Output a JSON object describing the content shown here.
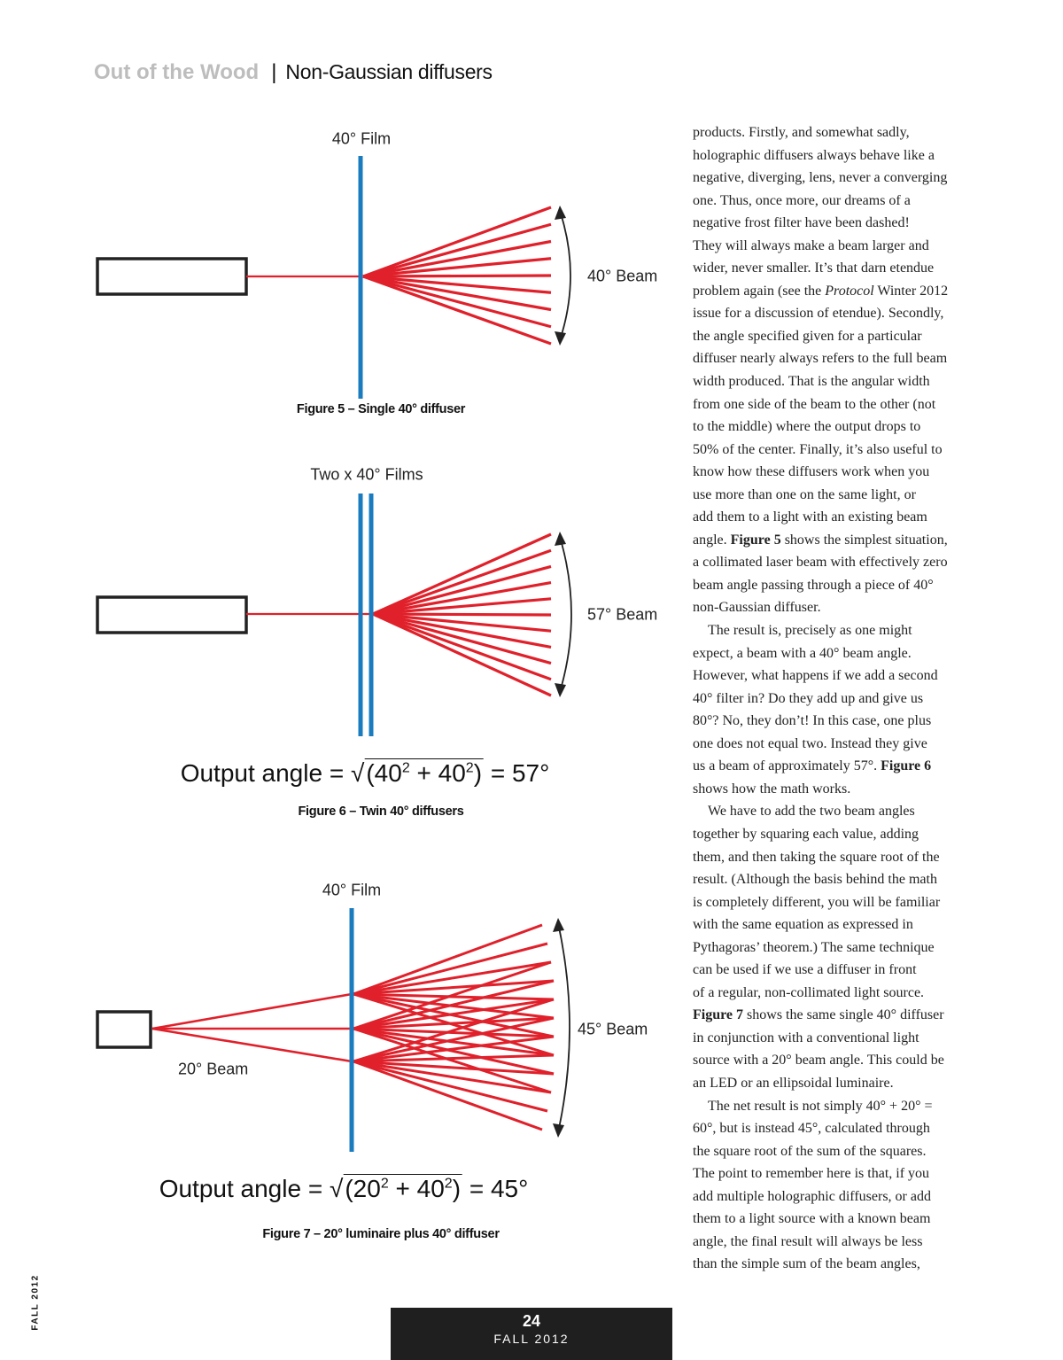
{
  "header": {
    "section": "Out of the Wood",
    "separator": "|",
    "title": "Non-Gaussian diffusers"
  },
  "colors": {
    "film": "#1a7bbf",
    "ray": "#e0202a",
    "box": "#222222",
    "section_gray": "#bdbdbd"
  },
  "figure5": {
    "film_label": "40° Film",
    "beam_label": "40° Beam",
    "caption": "Figure 5 – Single 40° diffuser"
  },
  "figure6": {
    "film_label": "Two x 40° Films",
    "beam_label": "57° Beam",
    "equation": {
      "lhs": "Output angle =",
      "a": "40",
      "b": "40",
      "exp": "2",
      "rhs": "= 57°"
    },
    "caption": "Figure 6 – Twin 40° diffusers"
  },
  "figure7": {
    "film_label": "40° Film",
    "beam_label": "45° Beam",
    "source_label": "20° Beam",
    "equation": {
      "lhs": "Output angle =",
      "a": "20",
      "b": "40",
      "exp": "2",
      "rhs": "= 45°"
    },
    "caption": "Figure 7 – 20° luminaire plus 40° diffuser"
  },
  "body_lines": [
    "products. Firstly, and somewhat sadly,",
    "holographic diffusers always behave like a",
    "negative, diverging, lens, never a converging",
    "one. Thus, once more, our dreams of a",
    "negative frost filter have been dashed!",
    "They will always make a beam larger and",
    "wider, never smaller. It’s that darn etendue",
    {
      "pre": "problem again (see the ",
      "i": "Protocol",
      "post": " Winter 2012"
    },
    "issue for a discussion of etendue). Secondly,",
    "the angle specified given for a particular",
    "diffuser nearly always refers to the full beam",
    "width produced. That is the angular width",
    "from one side of the beam to the other (not",
    "to the middle) where the output drops to",
    "50% of the center. Finally, it’s also useful to",
    "know how these diffusers work when you",
    "use more than one on the same light, or",
    "add them to a light with an existing beam",
    {
      "pre": "angle. ",
      "b": "Figure 5",
      "post": " shows the simplest situation,"
    },
    "a collimated laser beam with effectively zero",
    "beam angle passing through a piece of 40°",
    "non-Gaussian diffuser.",
    {
      "indent": true,
      "pre": "The result is, precisely as one might"
    },
    "expect, a beam with a 40° beam angle.",
    "However, what happens if we add a second",
    "40° filter in? Do they add up and give us",
    "80°? No, they don’t! In this case, one plus",
    "one does not equal two. Instead they give",
    {
      "pre": "us a beam of approximately 57°. ",
      "b": "Figure 6"
    },
    "shows how the math works.",
    {
      "indent": true,
      "pre": "We have to add the two beam angles"
    },
    "together by squaring each value, adding",
    "them, and then taking the square root of the",
    "result. (Although the basis behind the math",
    "is completely different, you will be familiar",
    "with the same equation as expressed in",
    "Pythagoras’ theorem.) The same technique",
    "can be used if we use a diffuser in front",
    "of a regular, non-collimated light source.",
    {
      "b": "Figure 7",
      "post": " shows the same single 40° diffuser"
    },
    "in conjunction with a conventional light",
    "source with a 20° beam angle. This could be",
    "an LED or an ellipsoidal luminaire.",
    {
      "indent": true,
      "pre": "The net result is not simply 40° + 20° ="
    },
    "60°, but is instead 45°, calculated through",
    "the square root of the sum of the squares.",
    "The point to remember here is that, if you",
    "add multiple holographic diffusers, or add",
    "them to a light source with a known beam",
    "angle, the final result will always be less",
    "than the simple sum of the beam angles,"
  ],
  "footer": {
    "page": "24",
    "issue": "FALL 2012",
    "side_issue": "FALL 2012"
  }
}
